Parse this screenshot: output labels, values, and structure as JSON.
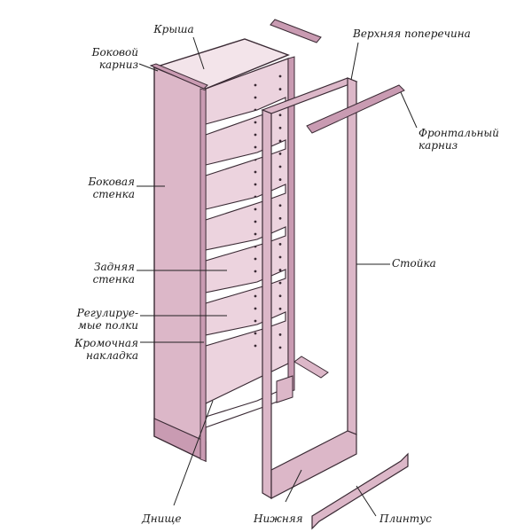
{
  "colors": {
    "panel_light": "#ecd3de",
    "panel_mid": "#dcb7c8",
    "panel_dark": "#c99bb2",
    "shelf_white": "#ffffff",
    "outline": "#3a2a34",
    "leader": "#222222",
    "hole": "#3a2a34"
  },
  "labels": {
    "roof": "Крыша",
    "side_cornice": "Боковой\nкарниз",
    "top_crossbar": "Верхняя поперечина",
    "front_cornice": "Фронтальный\nкарниз",
    "side_wall": "Боковая\nстенка",
    "post": "Стойка",
    "back_wall": "Задняя\nстенка",
    "adjustable_shelves": "Регулируе-\nмые полки",
    "edge_strip": "Кромочная\nнакладка",
    "bottom": "Днище",
    "lower": "Нижняя",
    "plinth": "Плинтус"
  }
}
